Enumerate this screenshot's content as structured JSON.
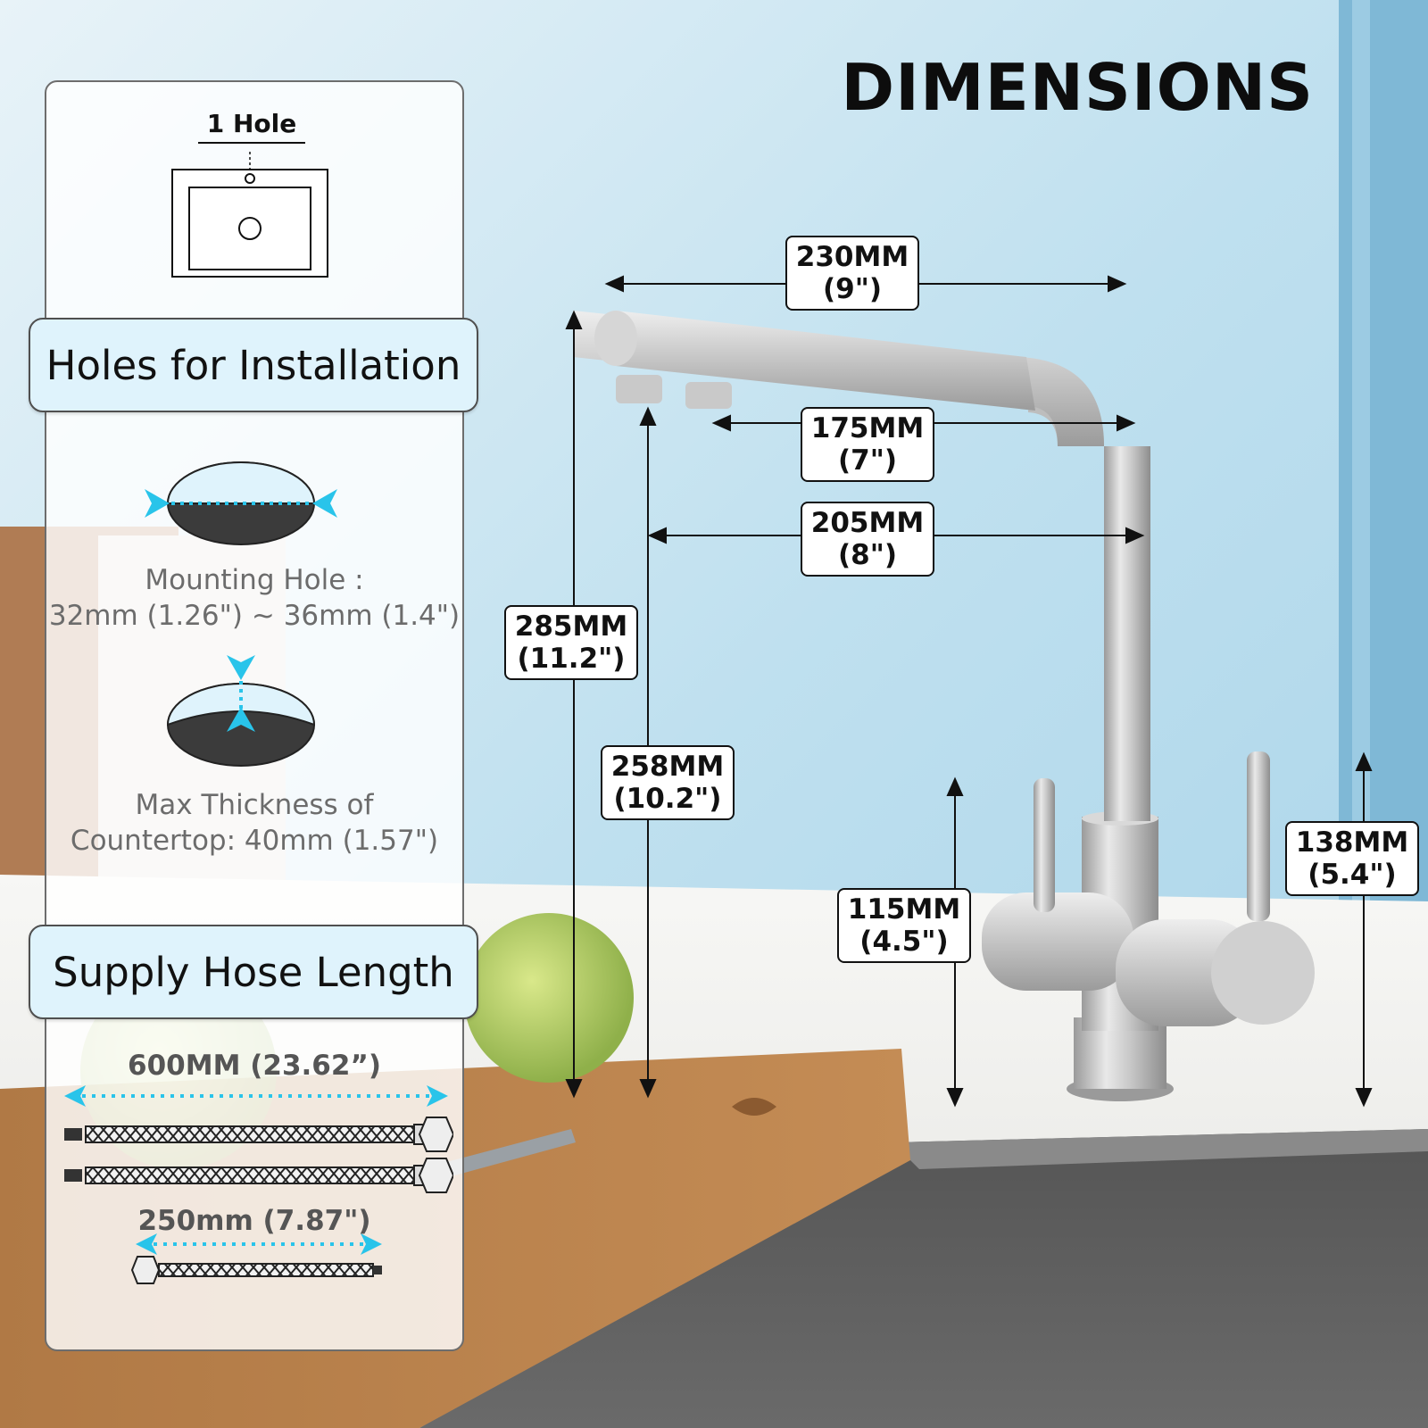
{
  "title": "DIMENSIONS",
  "left_panel": {
    "hole_diagram_label": "1 Hole",
    "holes_heading": "Holes for Installation",
    "mounting_hole_line1": "Mounting Hole :",
    "mounting_hole_line2": "32mm (1.26\") ~ 36mm (1.4\")",
    "thickness_line1": "Max Thickness of",
    "thickness_line2": "Countertop: 40mm (1.57\")",
    "supply_heading": "Supply Hose Length",
    "hose_long_label": "600MM (23.62”)",
    "hose_short_label": "250mm (7.87\")"
  },
  "dimensions": {
    "spout_length": {
      "metric": "230MM",
      "imperial": "(9\")"
    },
    "outlet_to_body": {
      "metric": "175MM",
      "imperial": "(7\")"
    },
    "reach": {
      "metric": "205MM",
      "imperial": "(8\")"
    },
    "total_height": {
      "metric": "285MM",
      "imperial": "(11.2\")"
    },
    "spout_height": {
      "metric": "258MM",
      "imperial": "(10.2\")"
    },
    "body_height": {
      "metric": "115MM",
      "imperial": "(4.5\")"
    },
    "handle_height": {
      "metric": "138MM",
      "imperial": "(5.4\")"
    }
  },
  "colors": {
    "accent_cyan": "#29c4ea",
    "label_border": "#111111",
    "panel_tint": "#dff3fc"
  },
  "icons": [
    "sink-top-view-icon",
    "mounting-hole-diameter-icon",
    "countertop-thickness-icon",
    "braided-hose-icon"
  ]
}
